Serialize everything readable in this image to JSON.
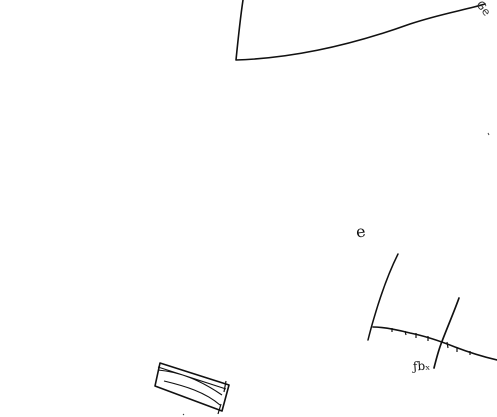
{
  "labels": {
    "top_right": "Ge",
    "small_letter": "e",
    "axis_mark": "ƒbₓ"
  },
  "colors": {
    "ink": "#111111",
    "paper": "#ffffff"
  }
}
